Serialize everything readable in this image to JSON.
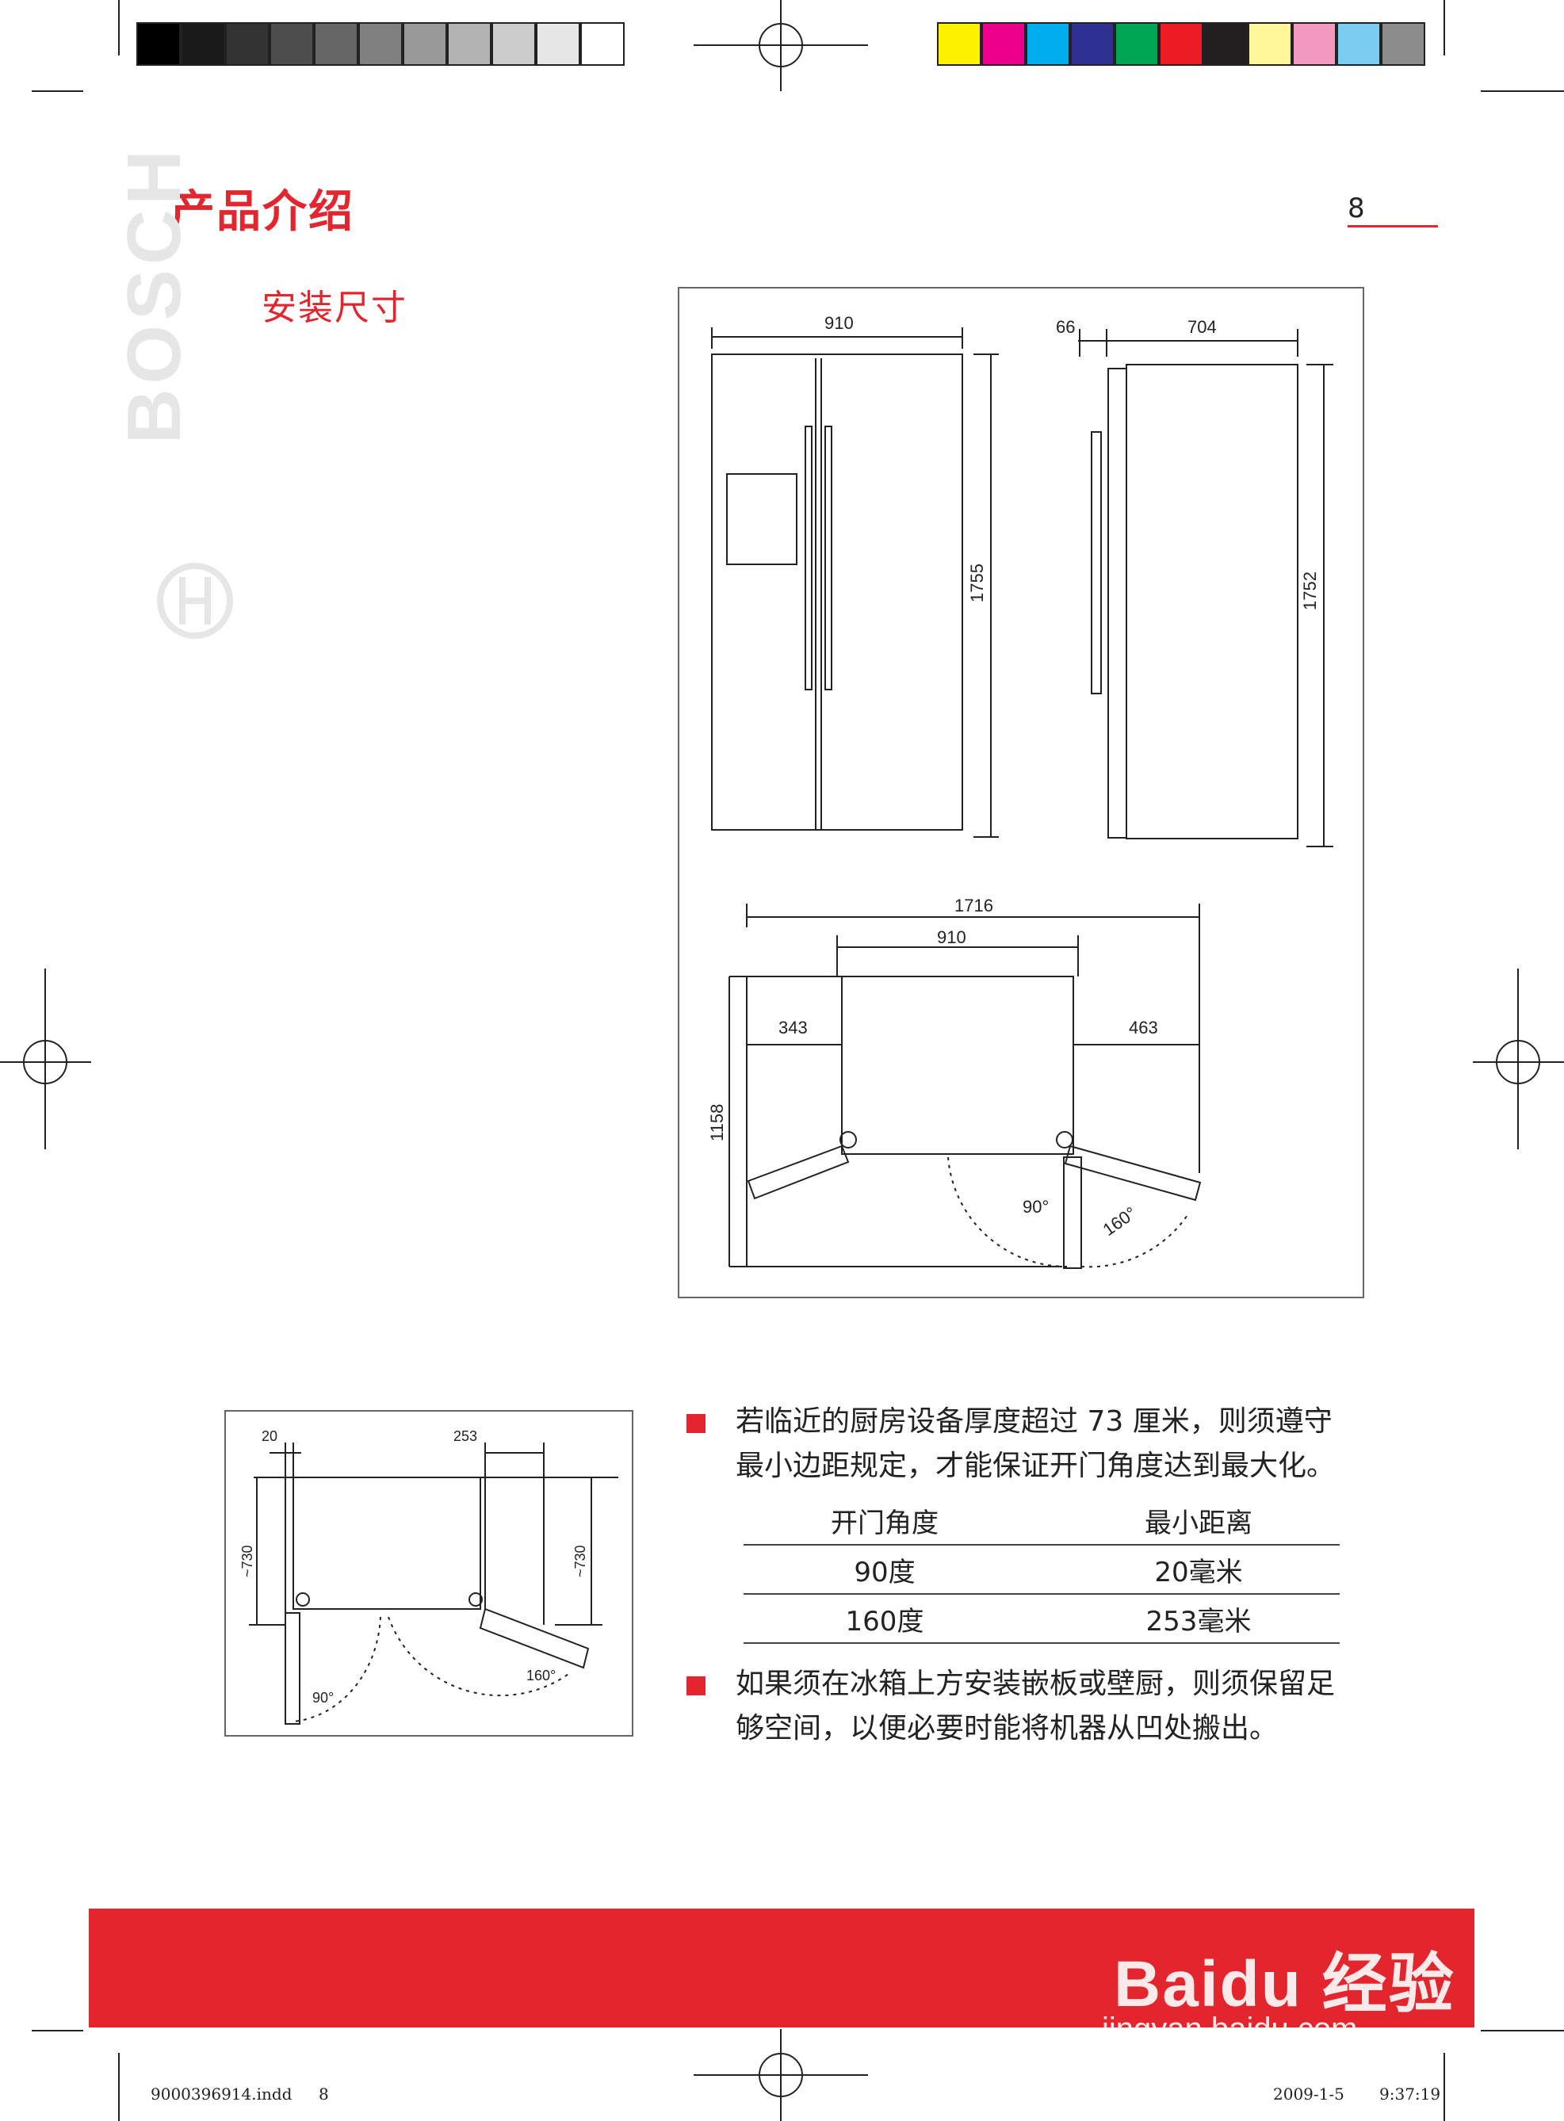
{
  "header": {
    "section_title": "产品介绍",
    "page_number": "8",
    "sub_title": "安装尺寸",
    "brand": "BOSCH"
  },
  "colors": {
    "accent": "#e3262e",
    "gray_swatches": [
      "#000000",
      "#1a1a1a",
      "#333333",
      "#4d4d4d",
      "#666666",
      "#808080",
      "#999999",
      "#b3b3b3",
      "#cccccc",
      "#e6e6e6",
      "#ffffff"
    ],
    "color_swatches": [
      "#fff200",
      "#ec008c",
      "#00aeef",
      "#2e3192",
      "#00a651",
      "#ed1c24",
      "#231f20",
      "#fff799",
      "#f49ac1",
      "#7accf0",
      "#8c8c8c"
    ]
  },
  "diagram_main": {
    "front_width": "910",
    "side_door": "66",
    "side_depth": "704",
    "front_height": "1755",
    "side_height": "1752",
    "top_total": "1716",
    "top_width": "910",
    "left_clear": "343",
    "right_clear": "463",
    "open_depth": "1158",
    "angle_90": "90°",
    "angle_160": "160°"
  },
  "diagram_small": {
    "gap_left": "20",
    "gap_right": "253",
    "depth_left": "~730",
    "depth_right": "~730",
    "angle_90": "90°",
    "angle_160": "160°"
  },
  "notes": {
    "note1": "若临近的厨房设备厚度超过 73 厘米，则须遵守最小边距规定，才能保证开门角度达到最大化。",
    "note2": "如果须在冰箱上方安装嵌板或壁厨，则须保留足够空间，以便必要时能将机器从凹处搬出。"
  },
  "table": {
    "headers": [
      "开门角度",
      "最小距离"
    ],
    "rows": [
      [
        "90度",
        "20毫米"
      ],
      [
        "160度",
        "253毫米"
      ]
    ]
  },
  "watermark": {
    "main": "Baidu 经验",
    "sub": "jingyan.baidu.com"
  },
  "slug": {
    "file": "9000396914.indd",
    "page": "8",
    "date": "2009-1-5",
    "time": "9:37:19"
  }
}
